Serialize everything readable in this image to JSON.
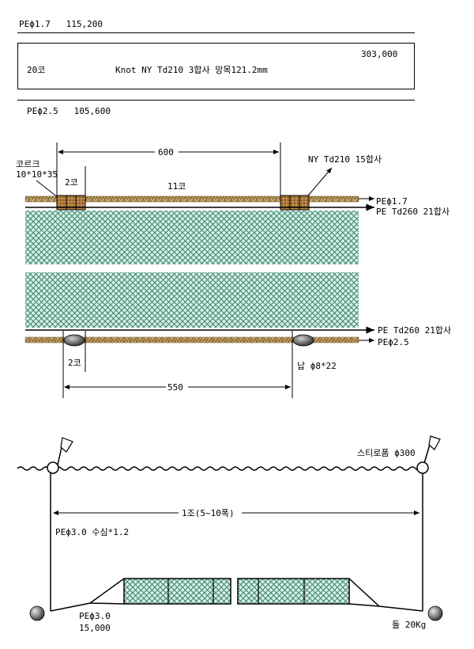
{
  "header": {
    "top_line": {
      "spec": "PEϕ1.7",
      "value": "115,200"
    },
    "box": {
      "amount": "303,000",
      "count": "20코",
      "desc": "Knot NY Td210 3합사 망목121.2mm"
    },
    "bottom_line": {
      "spec": "PEϕ2.5",
      "value": "105,600"
    }
  },
  "net_detail": {
    "float_spacing": "600",
    "cork_label_1": "코르크",
    "cork_label_2": "10*10*35",
    "float_mesh_count": "2코",
    "mid_mesh_count": "11코",
    "float_tie": "NY Td210 15합사",
    "head_rope": "PEϕ1.7",
    "head_line": "PE Td260 21합사",
    "foot_line": "PE Td260 21합사",
    "foot_rope": "PEϕ2.5",
    "sinker_mesh_count": "2코",
    "sinker": "납 ϕ8*22",
    "sinker_spacing": "550"
  },
  "set_detail": {
    "buoy": "스티로폼 ϕ300",
    "set_span": "1조(5~10폭)",
    "vertical_line": "PEϕ3.0 수심*1.2",
    "anchor_line_1": "PEϕ3.0",
    "anchor_line_2": "15,000",
    "anchor": "돌 20Kg"
  },
  "colors": {
    "netting": "#3a8a6e",
    "netting_bg": "#dbeee6",
    "rope": "#c8a86b",
    "cork": "#b07a3a"
  }
}
